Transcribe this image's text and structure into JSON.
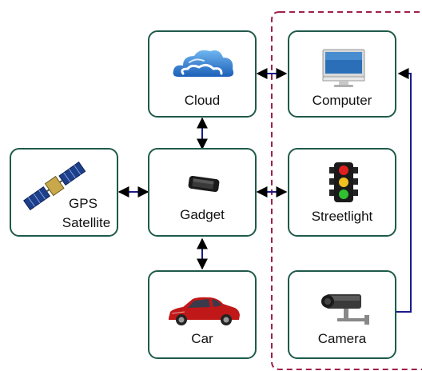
{
  "nodes": {
    "cloud": {
      "label": "Cloud"
    },
    "computer": {
      "label": "Computer"
    },
    "gps": {
      "label_line1": "GPS",
      "label_line2": "Satellite"
    },
    "gadget": {
      "label": "Gadget"
    },
    "streetlight": {
      "label": "Streetlight"
    },
    "car": {
      "label": "Car"
    },
    "camera": {
      "label": "Camera"
    }
  },
  "colors": {
    "node_border": "#1f5a4b",
    "connector": "#1a1a8c",
    "group_border": "#a0204a"
  },
  "icons": {
    "cloud": "cloud-icon",
    "computer": "computer-icon",
    "gps": "satellite-icon",
    "gadget": "smartphone-icon",
    "streetlight": "traffic-light-icon",
    "car": "car-icon",
    "camera": "security-camera-icon"
  }
}
